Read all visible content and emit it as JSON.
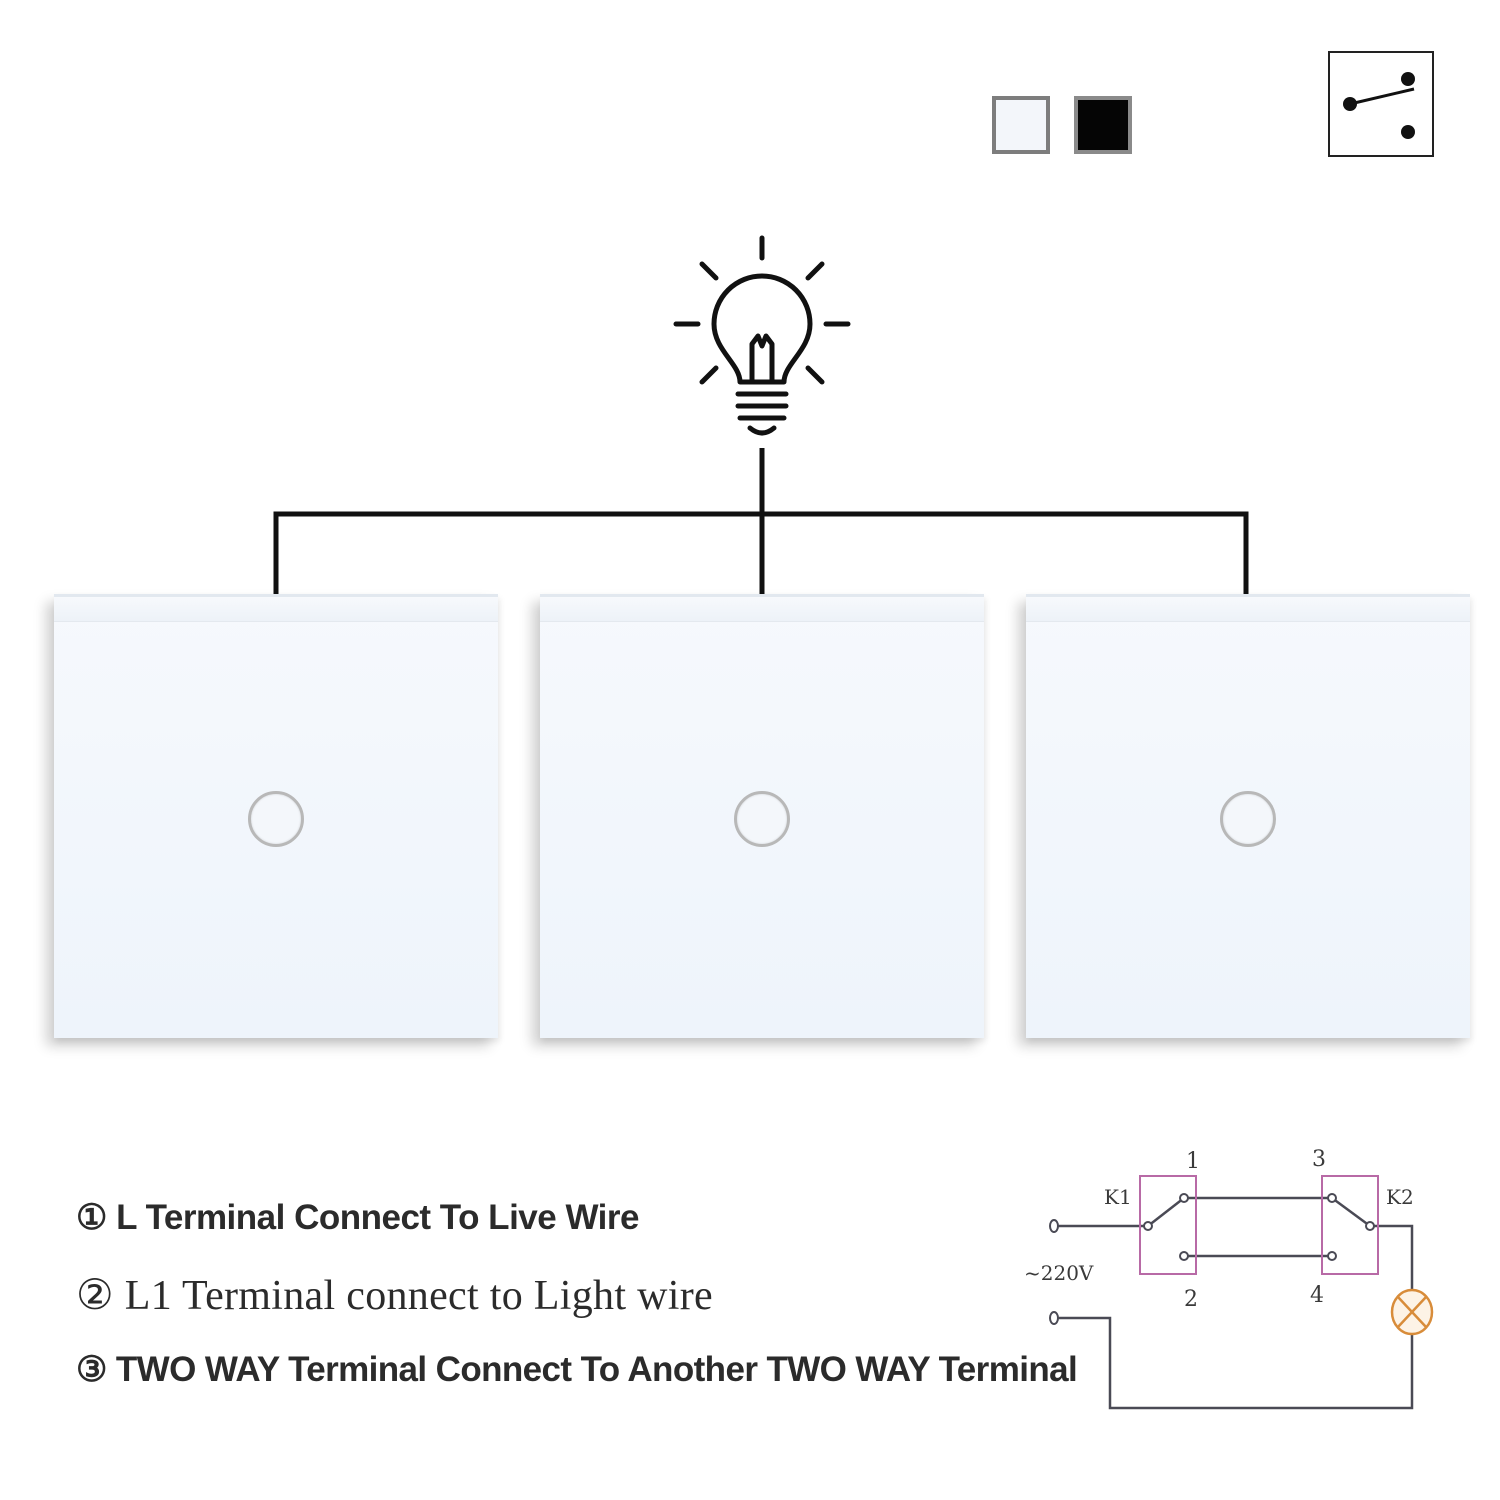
{
  "color_options": [
    {
      "name": "white",
      "color": "#f3f6fa"
    },
    {
      "name": "black",
      "color": "#050505"
    }
  ],
  "icons": {
    "switch_symbol": "switch-symbol-icon",
    "bulb": "light-bulb-icon"
  },
  "panels": [
    {
      "name": "switch-panel-1",
      "buttons": 1
    },
    {
      "name": "switch-panel-2",
      "buttons": 1
    },
    {
      "name": "switch-panel-3",
      "buttons": 1
    }
  ],
  "instructions": [
    "① L Terminal Connect To Live Wire",
    "② L1 Terminal connect to Light wire",
    "③ TWO WAY Terminal Connect To Another TWO WAY Terminal"
  ],
  "circuit": {
    "labels": {
      "k1": "K1",
      "k2": "K2",
      "t1": "1",
      "t2": "2",
      "t3": "3",
      "t4": "4",
      "voltage": "~220V"
    },
    "colors": {
      "wire": "#4a4a55",
      "switch_box": "#b86aa6",
      "lamp": "#d88c3a"
    }
  }
}
